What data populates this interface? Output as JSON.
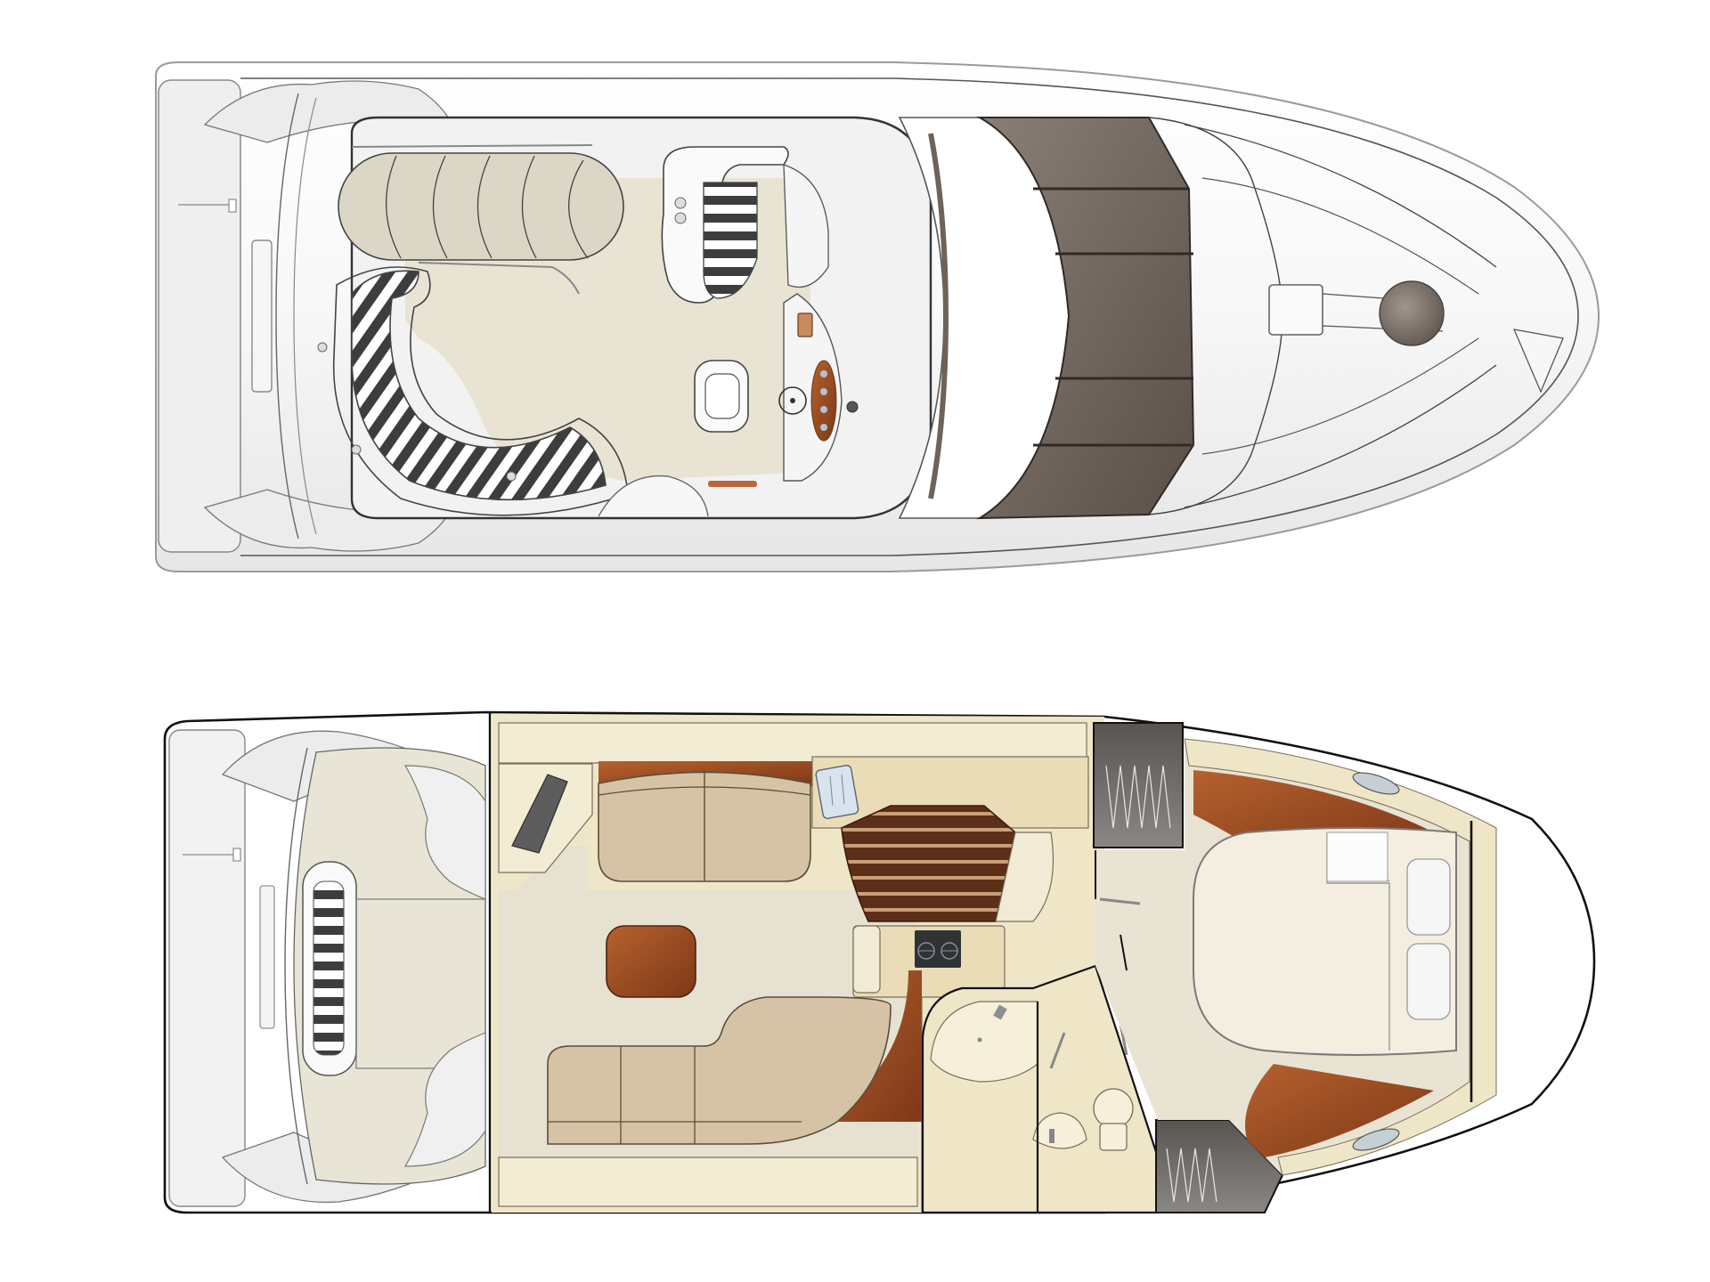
{
  "figure": {
    "type": "yacht-deck-layout",
    "views": [
      {
        "id": "flybridge-deck",
        "label": "",
        "areas": [
          "swim-platform",
          "cockpit-stairs",
          "flybridge-lounge",
          "helm-station",
          "helm-seat",
          "companion-seat",
          "hardtop",
          "windshield",
          "foredeck",
          "anchor-hatch"
        ]
      },
      {
        "id": "lower-deck",
        "label": "",
        "areas": [
          "swim-platform",
          "cockpit",
          "cockpit-bench",
          "salon",
          "salon-sofa",
          "salon-table",
          "galley",
          "galley-sink",
          "cooktop",
          "companionway-stairs",
          "head",
          "shower",
          "toilet",
          "washbasin",
          "forward-cabin",
          "double-berth",
          "pillows",
          "hanging-locker",
          "portlights"
        ]
      }
    ]
  },
  "colors": {
    "background": "#ffffff",
    "hull_white": "#f4f4f4",
    "hull_line": "#3a3a3a",
    "carpet": "#e9e5d6",
    "cream": "#efe6c8",
    "upholstery": "#d6c3a5",
    "wood": "#9a4a22",
    "dark_panel": "#6f6c68",
    "windshield": "#6e6259",
    "stripe_dark": "#3d3d3d"
  }
}
